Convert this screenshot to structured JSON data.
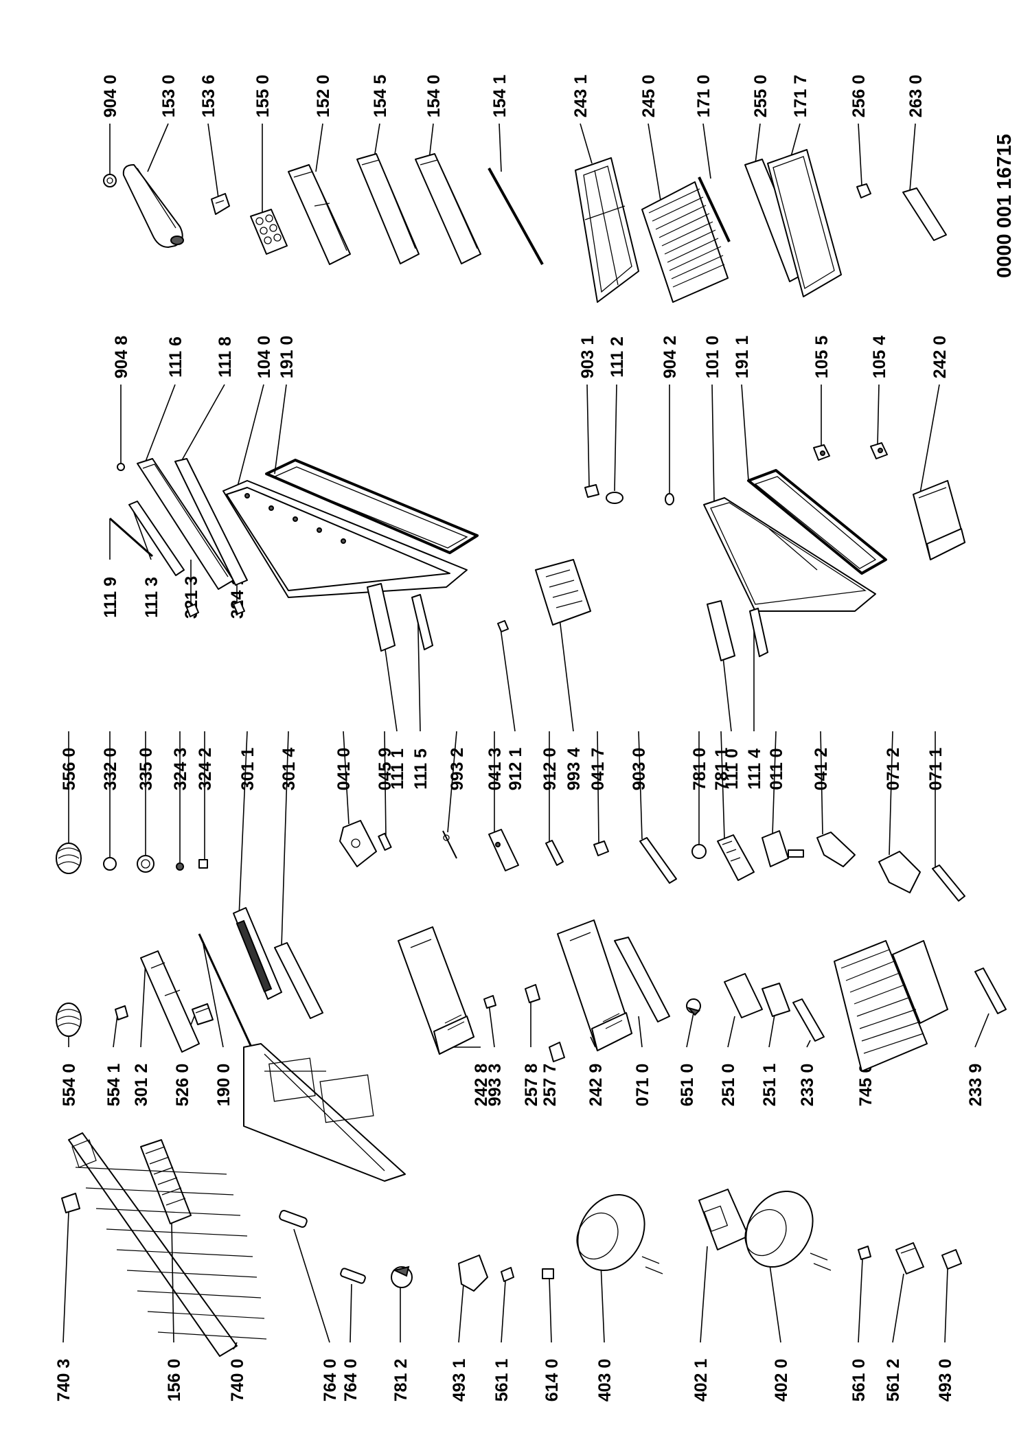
{
  "document_number": "0000 001 16715",
  "part_labels": [
    "904 0",
    "153 0",
    "153 6",
    "155 0",
    "152 0",
    "154 5",
    "154 0",
    "154 1",
    "243 1",
    "245 0",
    "171 0",
    "255 0",
    "171 7",
    "256 0",
    "263 0",
    "904 8",
    "111 6",
    "111 8",
    "104 0",
    "191 0",
    "903 1",
    "111 2",
    "904 2",
    "101 0",
    "191 1",
    "105 5",
    "105 4",
    "242 0",
    "556 0",
    "332 0",
    "335 0",
    "324 3",
    "324 2",
    "301 1",
    "301 4",
    "041 0",
    "045 9",
    "111 1",
    "111 5",
    "993 2",
    "041 3",
    "912 1",
    "912 0",
    "993 4",
    "041 7",
    "903 0",
    "781 0",
    "781 1",
    "111 0",
    "111 4",
    "011 0",
    "041 2",
    "071 2",
    "071 1",
    "111 9",
    "111 3",
    "321 3",
    "324 1",
    "554 0",
    "554 1",
    "301 2",
    "526 0",
    "190 0",
    "242 8",
    "993 3",
    "257 8",
    "257 7",
    "242 9",
    "071 0",
    "651 0",
    "251 0",
    "251 1",
    "233 0",
    "745 0",
    "233 9",
    "740 3",
    "156 0",
    "740 0",
    "764 0",
    "764 0",
    "781 2",
    "493 1",
    "561 1",
    "614 0",
    "403 0",
    "402 1",
    "402 0",
    "561 0",
    "561 2",
    "493 0"
  ]
}
